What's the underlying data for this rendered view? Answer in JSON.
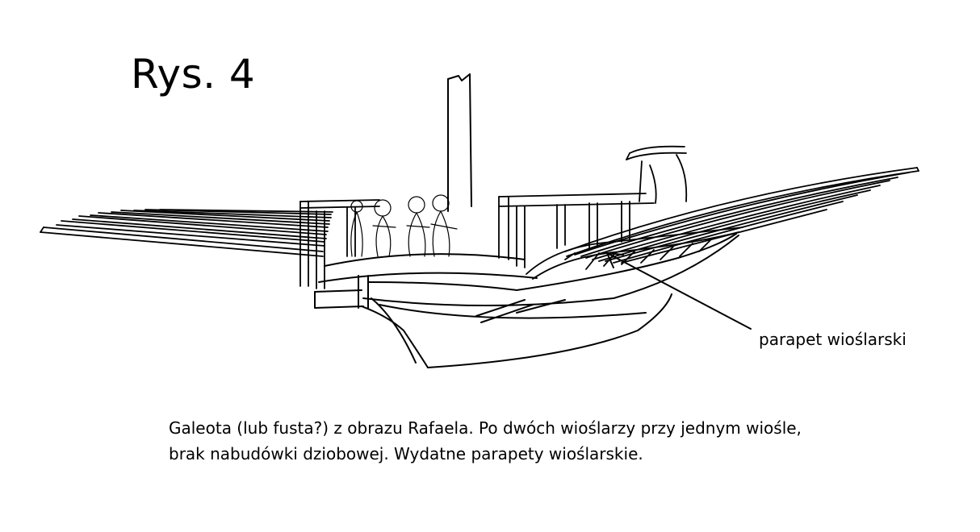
{
  "figure": {
    "title": "Rys. 4",
    "annotation": "parapet wioślarski",
    "caption_lines": [
      "Galeota (lub fusta?) z obrazu Rafaela. Po dwóch wioślarzy przy jednym wiośle,",
      "brak nabudówki dziobowej. Wydatne parapety wioślarskie."
    ]
  },
  "colors": {
    "ink": "#000000",
    "background": "#ffffff"
  }
}
